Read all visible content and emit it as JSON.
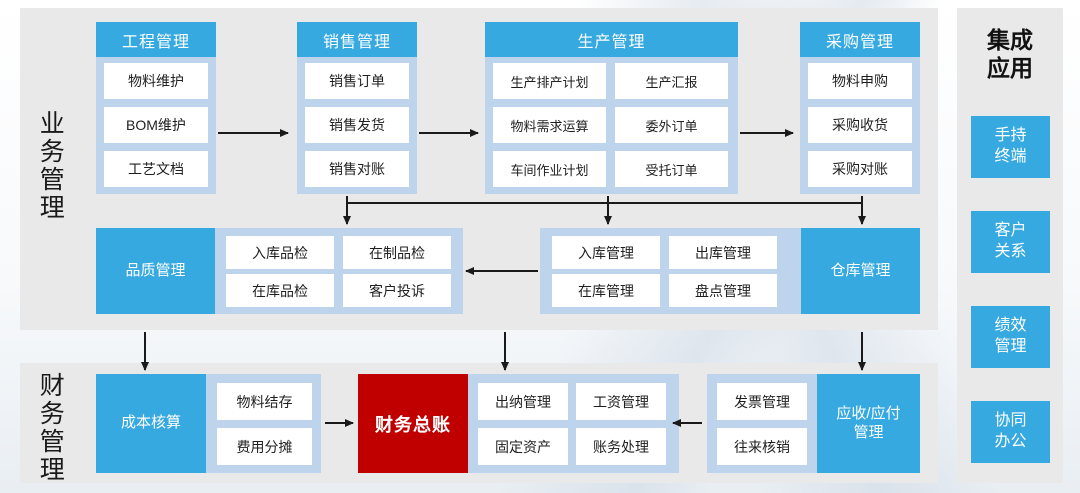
{
  "sections": {
    "business_label": "业务管理",
    "finance_label": "财务管理",
    "integrated_title": "集成\n应用"
  },
  "integrated_apps": [
    {
      "label": "手持\n终端"
    },
    {
      "label": "客户\n关系"
    },
    {
      "label": "绩效\n管理"
    },
    {
      "label": "协同\n办公"
    }
  ],
  "groups": {
    "engineering": {
      "header": "工程管理",
      "cells": [
        "物料维护",
        "BOM维护",
        "工艺文档"
      ]
    },
    "sales": {
      "header": "销售管理",
      "cells": [
        "销售订单",
        "销售发货",
        "销售对账"
      ]
    },
    "production": {
      "header": "生产管理",
      "cells": [
        "生产排产计划",
        "生产汇报",
        "物料需求运算",
        "委外订单",
        "车间作业计划",
        "受托订单"
      ]
    },
    "purchasing": {
      "header": "采购管理",
      "cells": [
        "物料申购",
        "采购收货",
        "采购对账"
      ]
    },
    "quality": {
      "side": "品质管理",
      "cells": [
        "入库品检",
        "在制品检",
        "在库品检",
        "客户投诉"
      ]
    },
    "warehouse": {
      "side": "仓库管理",
      "cells": [
        "入库管理",
        "出库管理",
        "在库管理",
        "盘点管理"
      ]
    },
    "cost": {
      "side": "成本核算",
      "cells": [
        "物料结存",
        "费用分摊"
      ]
    },
    "ledger": {
      "label": "财务总账"
    },
    "accounting": {
      "cells": [
        "出纳管理",
        "工资管理",
        "固定资产",
        "账务处理"
      ]
    },
    "receivable": {
      "side": "应收/应付\n管理",
      "cells": [
        "发票管理",
        "往来核销"
      ]
    }
  },
  "colors": {
    "primary_blue": "#36A9E1",
    "light_blue": "#BED4EC",
    "panel_gray": "#E9E9E9",
    "red": "#C00000",
    "white": "#FFFFFF"
  }
}
